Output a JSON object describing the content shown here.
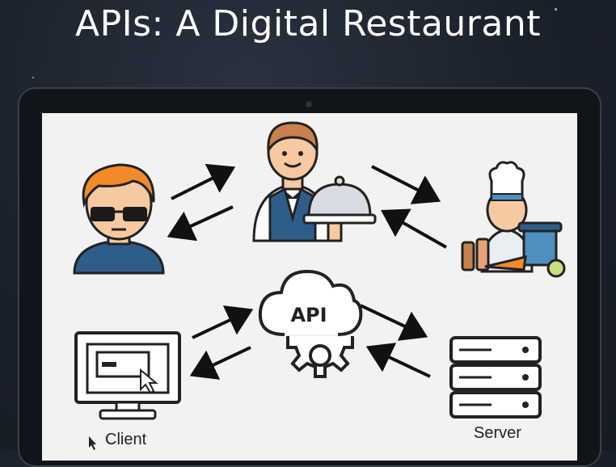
{
  "title": "APIs: A Digital Restaurant",
  "diagram": {
    "top_row": {
      "icons": [
        "customer-icon",
        "waiter-icon",
        "chef-icon"
      ]
    },
    "bottom_row": {
      "client_label": "Client",
      "api_label": "API",
      "server_label": "Server"
    }
  },
  "colors": {
    "background": "#1b212b",
    "screen": "#f2f2f2",
    "skin": "#f6c9a1",
    "hair": "#f08a2b",
    "navy": "#2f5d8a",
    "dark": "#222222"
  }
}
